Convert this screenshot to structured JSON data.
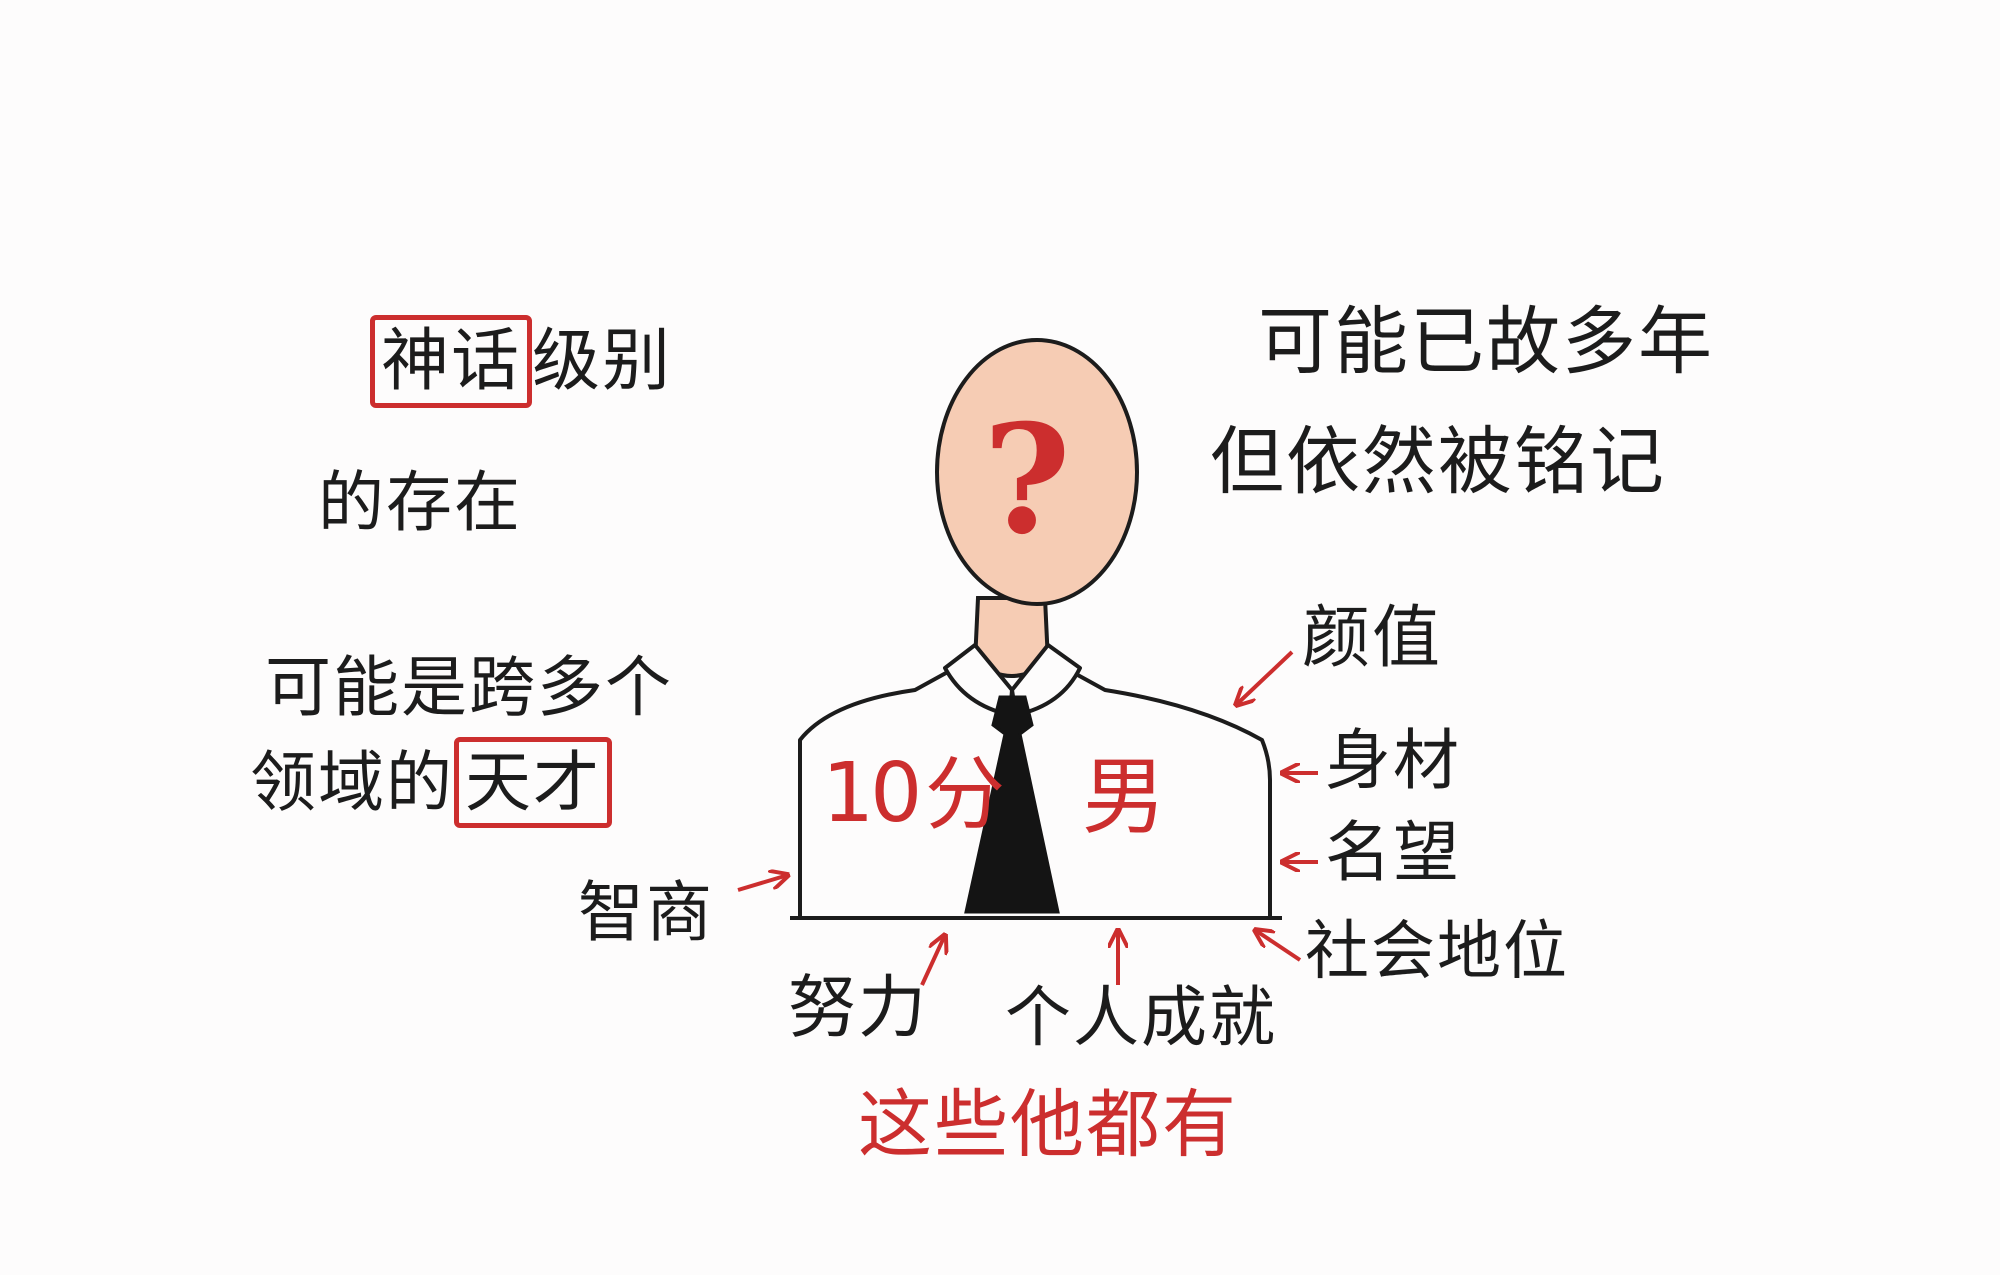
{
  "colors": {
    "ink": "#1c1c1c",
    "accent": "#cc2e2e",
    "skin": "#f6ccb4",
    "background": "#fdfcfc"
  },
  "center_figure": {
    "face_symbol": "?",
    "chest_label": {
      "score": "10",
      "unit": "分",
      "gender": "男"
    }
  },
  "annotations": {
    "legendary": {
      "boxed": "神话",
      "rest": "级别",
      "line2": "的存在"
    },
    "multi_genius": {
      "line1": "可能是跨多个",
      "line2_prefix": "领域的",
      "boxed": "天才"
    },
    "remembered": {
      "line1": "可能已故多年",
      "line2": "但依然被铭记"
    }
  },
  "attributes": {
    "looks": "颜值",
    "figure": "身材",
    "fame": "名望",
    "social_status": "社会地位",
    "iq": "智商",
    "effort": "努力",
    "achievement": "个人成就"
  },
  "conclusion": "这些他都有"
}
